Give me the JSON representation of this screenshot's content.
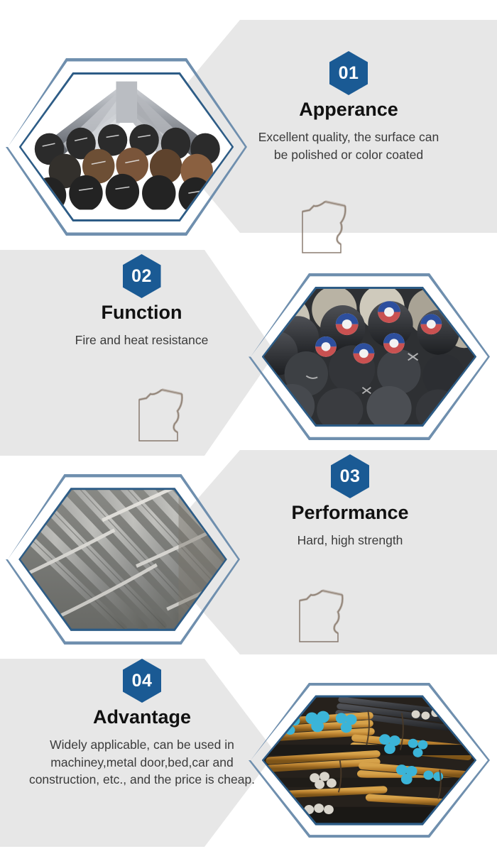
{
  "colors": {
    "badge_blue": "#1a5a94",
    "panel_gray": "#e7e7e7",
    "frame_blue": "#2d5c86",
    "outline_blue": "#6f8fae",
    "heading_black": "#111111",
    "body_gray": "#3b3b3b",
    "background": "#ffffff"
  },
  "features": [
    {
      "number": "01",
      "heading": "Apperance",
      "body": "Excellent quality, the surface can be polished or color coated",
      "image_alt": "steel-round-bars-stacked-polished-ends",
      "image_side": "left"
    },
    {
      "number": "02",
      "heading": "Function",
      "body": "Fire and heat resistance",
      "image_alt": "dark-steel-round-bars-end-view-with-labels",
      "image_side": "right"
    },
    {
      "number": "03",
      "heading": "Performance",
      "body": "Hard, high strength",
      "image_alt": "gray-steel-bars-bundled-diagonal-rows",
      "image_side": "left"
    },
    {
      "number": "04",
      "heading": "Advantage",
      "body": "Widely applicable, can be used in machiney,metal door,bed,car and construction, etc., and the price is cheap.",
      "image_alt": "rusty-steel-bars-stacked-with-blue-painted-ends",
      "image_side": "right"
    }
  ]
}
